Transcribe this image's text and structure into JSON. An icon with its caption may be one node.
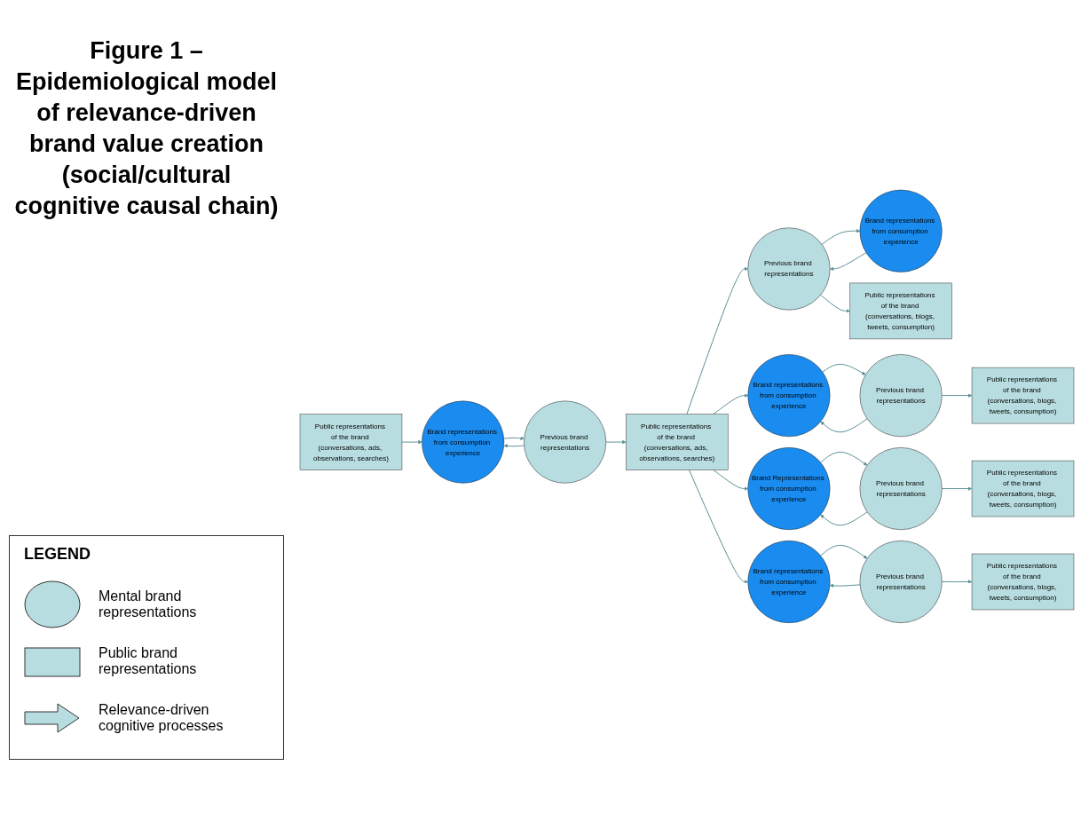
{
  "diagram": {
    "title": "Figure 1 – Epidemiological model of relevance-driven brand value creation (social/cultural cognitive causal chain)",
    "nodes": [
      {
        "text": [
          "Public representations of the brand (conversations, ads, observations, searches)"
        ]
      },
      {
        "text": [
          "Brand representations from consumption experience"
        ]
      },
      {
        "text": [
          "Previous brand representations"
        ]
      },
      {
        "text": [
          "Public representations of the brand (conversations, ads, observations, searches)"
        ]
      },
      {
        "text": [
          "Brand representations from consumption experience"
        ]
      },
      {
        "text": [
          "Previous brand representations"
        ]
      },
      {
        "text": [
          "Public representations of the brand (conversations, blogs, tweets, consumption)"
        ]
      },
      {
        "text": [
          "Brand representations from consumption experience"
        ]
      },
      {
        "text": [
          "Previous brand representations"
        ]
      },
      {
        "text": [
          "Public representations of the brand (conversations, blogs, tweets, consumption)"
        ]
      },
      {
        "text": [
          "Brand Representations from consumption experience"
        ]
      },
      {
        "text": [
          "Previous brand representations"
        ]
      },
      {
        "text": [
          "Public representations of the brand (conversations, blogs, tweets, consumption)"
        ]
      },
      {
        "text": [
          "Brand representations from consumption experience"
        ]
      },
      {
        "text": [
          "Previous brand representations"
        ]
      },
      {
        "text": [
          "Public representations of the brand (conversations, blogs, tweets, consumption)"
        ]
      }
    ],
    "edges": [
      {
        "from": 0,
        "to": 1,
        "arrow": "to"
      },
      {
        "from": 1,
        "to": 2,
        "arrow": "to"
      },
      {
        "from": 2,
        "to": 1,
        "arrow": "to"
      },
      {
        "from": 2,
        "to": 3,
        "arrow": "to"
      },
      {
        "from": 3,
        "to": 5,
        "arrow": "to"
      },
      {
        "from": 4,
        "to": 5,
        "arrow": "to"
      },
      {
        "from": 5,
        "to": 4,
        "arrow": "to"
      },
      {
        "from": 5,
        "to": 6,
        "arrow": "to"
      },
      {
        "from": 3,
        "to": 7,
        "arrow": "to"
      },
      {
        "from": 7,
        "to": 8,
        "arrow": "to"
      },
      {
        "from": 8,
        "to": 7,
        "arrow": "to"
      },
      {
        "from": 8,
        "to": 9,
        "arrow": "to"
      },
      {
        "from": 3,
        "to": 10,
        "arrow": "to"
      },
      {
        "from": 10,
        "to": 11,
        "arrow": "to"
      },
      {
        "from": 11,
        "to": 10,
        "arrow": "to"
      },
      {
        "from": 11,
        "to": 12,
        "arrow": "to"
      },
      {
        "from": 3,
        "to": 13,
        "arrow": "to"
      },
      {
        "from": 13,
        "to": 14,
        "arrow": "to"
      },
      {
        "from": 14,
        "to": 13,
        "arrow": "to"
      },
      {
        "from": 14,
        "to": 15,
        "arrow": "to"
      }
    ],
    "labels": [
      "LEGEND"
    ],
    "legend": [
      {
        "text": "Mental brand representations"
      },
      {
        "text": "Public brand representations"
      },
      {
        "text": "Relevance-driven cognitive processes"
      }
    ]
  }
}
